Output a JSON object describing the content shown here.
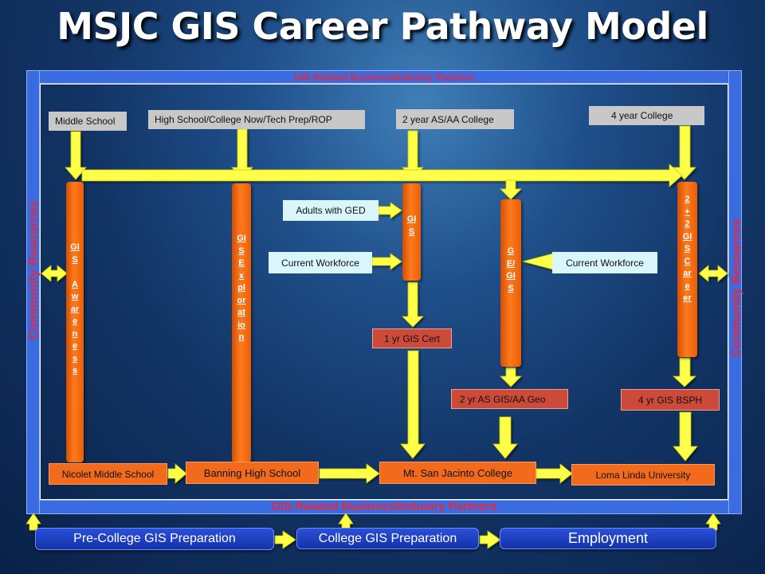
{
  "title": "MSJC GIS Career Pathway Model",
  "partners_top": "GIS Related Business/Industry Partners",
  "partners_bottom": "GIS Related Business/Industry Partners",
  "community_left": "Community Resources",
  "community_right": "Community Resources",
  "stages": {
    "middle_school": "Middle School",
    "high_school": "High School/College Now/Tech Prep/ROP",
    "two_year": "2 year AS/AA College",
    "four_year": "4 year College"
  },
  "pillars": {
    "awareness": "GIS\n\nAwareness",
    "exploration": "GISExploration",
    "gis": "GIS",
    "ge_gis": "GE/GIS",
    "career": "2+2GISCareer"
  },
  "inputs": {
    "adults_ged": "Adults with GED",
    "workforce_left": "Current  Workforce",
    "workforce_right": "Current  Workforce"
  },
  "outcomes": {
    "cert": "1 yr GIS Cert",
    "as_geo": "2 yr AS GIS/AA Geo",
    "bsph": "4 yr GIS BSPH"
  },
  "institutions": {
    "nicolet": "Nicolet Middle School",
    "banning": "Banning High School",
    "msjc": "Mt. San Jacinto College",
    "loma_linda": "Loma Linda University"
  },
  "bottom": {
    "pre_college": "Pre-College GIS Preparation",
    "college": "College GIS Preparation",
    "employment": "Employment"
  },
  "colors": {
    "arrow": "#ffff4a",
    "frame": "#3b6be0",
    "accent_red": "#e8283a",
    "pillar_orange": "#f26a1b"
  }
}
